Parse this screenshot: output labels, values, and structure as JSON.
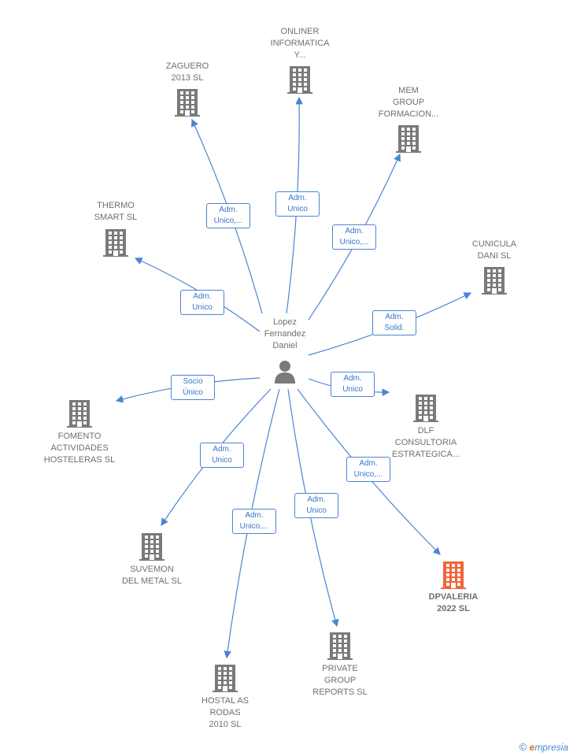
{
  "center": {
    "label": "Lopez\nFernandez\nDaniel",
    "icon": "person-icon"
  },
  "companies": [
    {
      "id": "zaguero",
      "label": "ZAGUERO\n2013  SL",
      "relation": "Adm.\nUnico,...",
      "highlight": false
    },
    {
      "id": "onliner",
      "label": "ONLINER\nINFORMATICA\nY...",
      "relation": "Adm.\nUnico",
      "highlight": false
    },
    {
      "id": "mem",
      "label": "MEM\nGROUP\nFORMACION...",
      "relation": "Adm.\nUnico,...",
      "highlight": false
    },
    {
      "id": "thermo",
      "label": "THERMO\nSMART  SL",
      "relation": "Adm.\nUnico",
      "highlight": false
    },
    {
      "id": "cunicula",
      "label": "CUNICULA\nDANI  SL",
      "relation": "Adm.\nSolid.",
      "highlight": false
    },
    {
      "id": "fomento",
      "label": "FOMENTO\nACTIVIDADES\nHOSTELERAS SL",
      "relation": "Socio\nÚnico",
      "highlight": false
    },
    {
      "id": "dlf",
      "label": "DLF\nCONSULTORIA\nESTRATEGICA...",
      "relation": "Adm.\nUnico",
      "highlight": false
    },
    {
      "id": "suvemon",
      "label": "SUVEMON\nDEL METAL  SL",
      "relation": "Adm.\nUnico",
      "highlight": false
    },
    {
      "id": "dpvaleria",
      "label": "DPVALERIA\n2022  SL",
      "relation": "Adm.\nUnico,...",
      "highlight": true
    },
    {
      "id": "hostal",
      "label": "HOSTAL AS\nRODAS\n2010  SL",
      "relation": "Adm.\nUnico,...",
      "highlight": false
    },
    {
      "id": "private",
      "label": "PRIVATE\nGROUP\nREPORTS  SL",
      "relation": "Adm.\nUnico",
      "highlight": false
    }
  ],
  "colors": {
    "edge": "#4a84d6",
    "building": "#7a7a7a",
    "building_highlight": "#f0643a",
    "label_text": "#6f6f6f",
    "relation_text": "#3b74c7"
  },
  "watermark": {
    "copyright": "©",
    "brand_initial": "e",
    "brand_rest": "mpresia"
  }
}
